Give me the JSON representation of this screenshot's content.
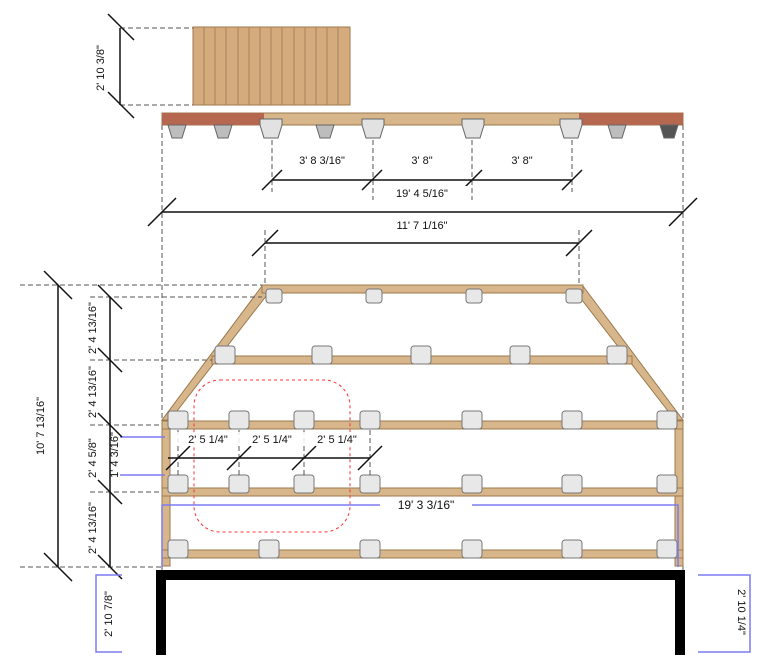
{
  "top_view": {
    "board_height": "2' 10 3/8\"",
    "spacing_1": "3' 8 3/16\"",
    "spacing_2": "3' 8\"",
    "spacing_3": "3' 8\"",
    "span_total": "19' 4 5/16\"",
    "overall_width": "11' 7 1/16\""
  },
  "plan_view": {
    "total_depth": "10' 7 13/16\"",
    "row_1": "2' 4 13/16\"",
    "row_2": "2' 4 13/16\"",
    "row_3": "2' 4 5/8\"",
    "row_4": "2' 4 13/16\"",
    "small_offset": "1' 4 3/16\"",
    "pedestal_spacing_1": "2' 5 1/4\"",
    "pedestal_spacing_2": "2' 5 1/4\"",
    "pedestal_spacing_3": "2' 5 1/4\"",
    "joist_length": "19' 3 3/16\""
  },
  "elevation": {
    "left_height": "2' 10 7/8\"",
    "right_height": "2' 10 1/4\""
  },
  "colors": {
    "wood": "#d7b68b",
    "wood_edge": "#9c7a4e",
    "board": "#c99a6a",
    "end_cap": "#b5684f",
    "dash": "#444444",
    "selection": "#ff3030",
    "highlight": "#7b7bf0",
    "frame": "#000000"
  }
}
